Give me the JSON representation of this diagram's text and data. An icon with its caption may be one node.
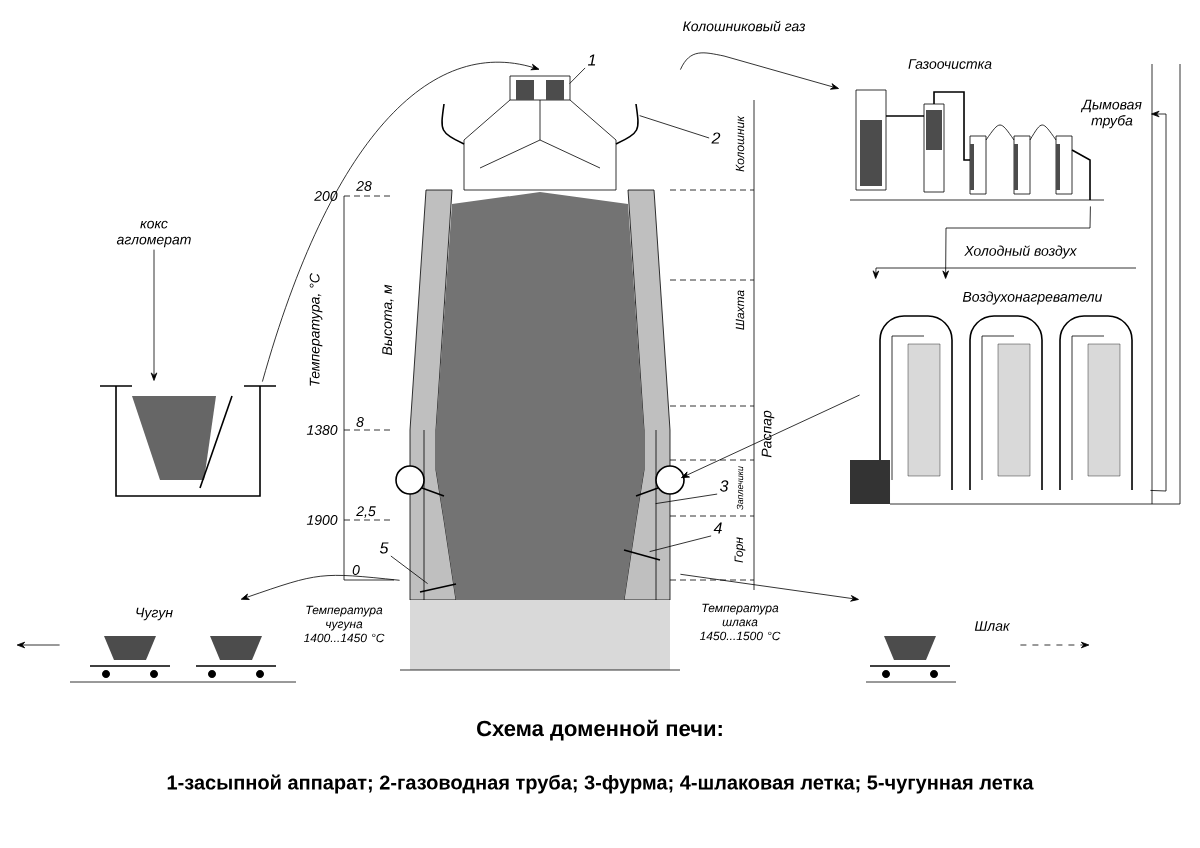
{
  "diagram": {
    "title": "Схема доменной печи:",
    "caption": "1-засыпной аппарат; 2-газоводная труба; 3-фурма; 4-шлаковая летка; 5-чугунная летка",
    "nodes": [
      {
        "text": [
          "кокс агломерат"
        ]
      },
      {
        "text": [],
        "shape": "picture"
      },
      {
        "text": [],
        "shape": "picture"
      },
      {
        "text": [
          "Газоочистка"
        ]
      },
      {
        "text": [
          "Дымовая труба"
        ]
      },
      {
        "text": [
          "Воздухонагреватели"
        ]
      },
      {
        "text": [
          "Чугун"
        ]
      },
      {
        "text": [
          "Шлак"
        ]
      },
      {
        "text": [
          "1"
        ]
      },
      {
        "text": [
          "2"
        ]
      },
      {
        "text": [
          "3"
        ]
      },
      {
        "text": [
          "4"
        ]
      },
      {
        "text": [
          "5"
        ]
      }
    ],
    "edges": [
      {
        "from": 0,
        "to": 1,
        "arrow": "to"
      },
      {
        "from": 1,
        "to": 2,
        "arrow": "to"
      },
      {
        "from": 2,
        "to": 3,
        "arrow": "to",
        "label": "Колошниковый газ"
      },
      {
        "from": 3,
        "to": 5,
        "arrow": "to"
      },
      {
        "from": null,
        "to": 5,
        "arrow": "to",
        "label": "Холодный воздух"
      },
      {
        "from": 5,
        "to": 4,
        "arrow": "to"
      },
      {
        "from": 5,
        "to": 2,
        "arrow": "to"
      },
      {
        "from": 2,
        "to": 6,
        "arrow": "to"
      },
      {
        "from": 6,
        "to": null,
        "arrow": "to"
      },
      {
        "from": 2,
        "to": 7,
        "arrow": "to"
      },
      {
        "from": 7,
        "to": null,
        "arrow": "to",
        "style": "dashed"
      },
      {
        "from": 8,
        "to": 2,
        "arrow": "none"
      },
      {
        "from": 9,
        "to": 2,
        "arrow": "none"
      },
      {
        "from": 10,
        "to": 2,
        "arrow": "none"
      },
      {
        "from": 11,
        "to": 2,
        "arrow": "none"
      },
      {
        "from": 12,
        "to": 2,
        "arrow": "none"
      }
    ],
    "labels": [
      "200",
      "28",
      "Температура, °C",
      "Высота, м",
      "Колошник",
      "Шахта",
      "1380",
      "8",
      "Распар",
      "Заплечики",
      "1900",
      "2,5",
      "Горн",
      "0",
      "Температура чугуна 1400...1450 °C",
      "Температура шлака 1450...1500 °C"
    ]
  }
}
